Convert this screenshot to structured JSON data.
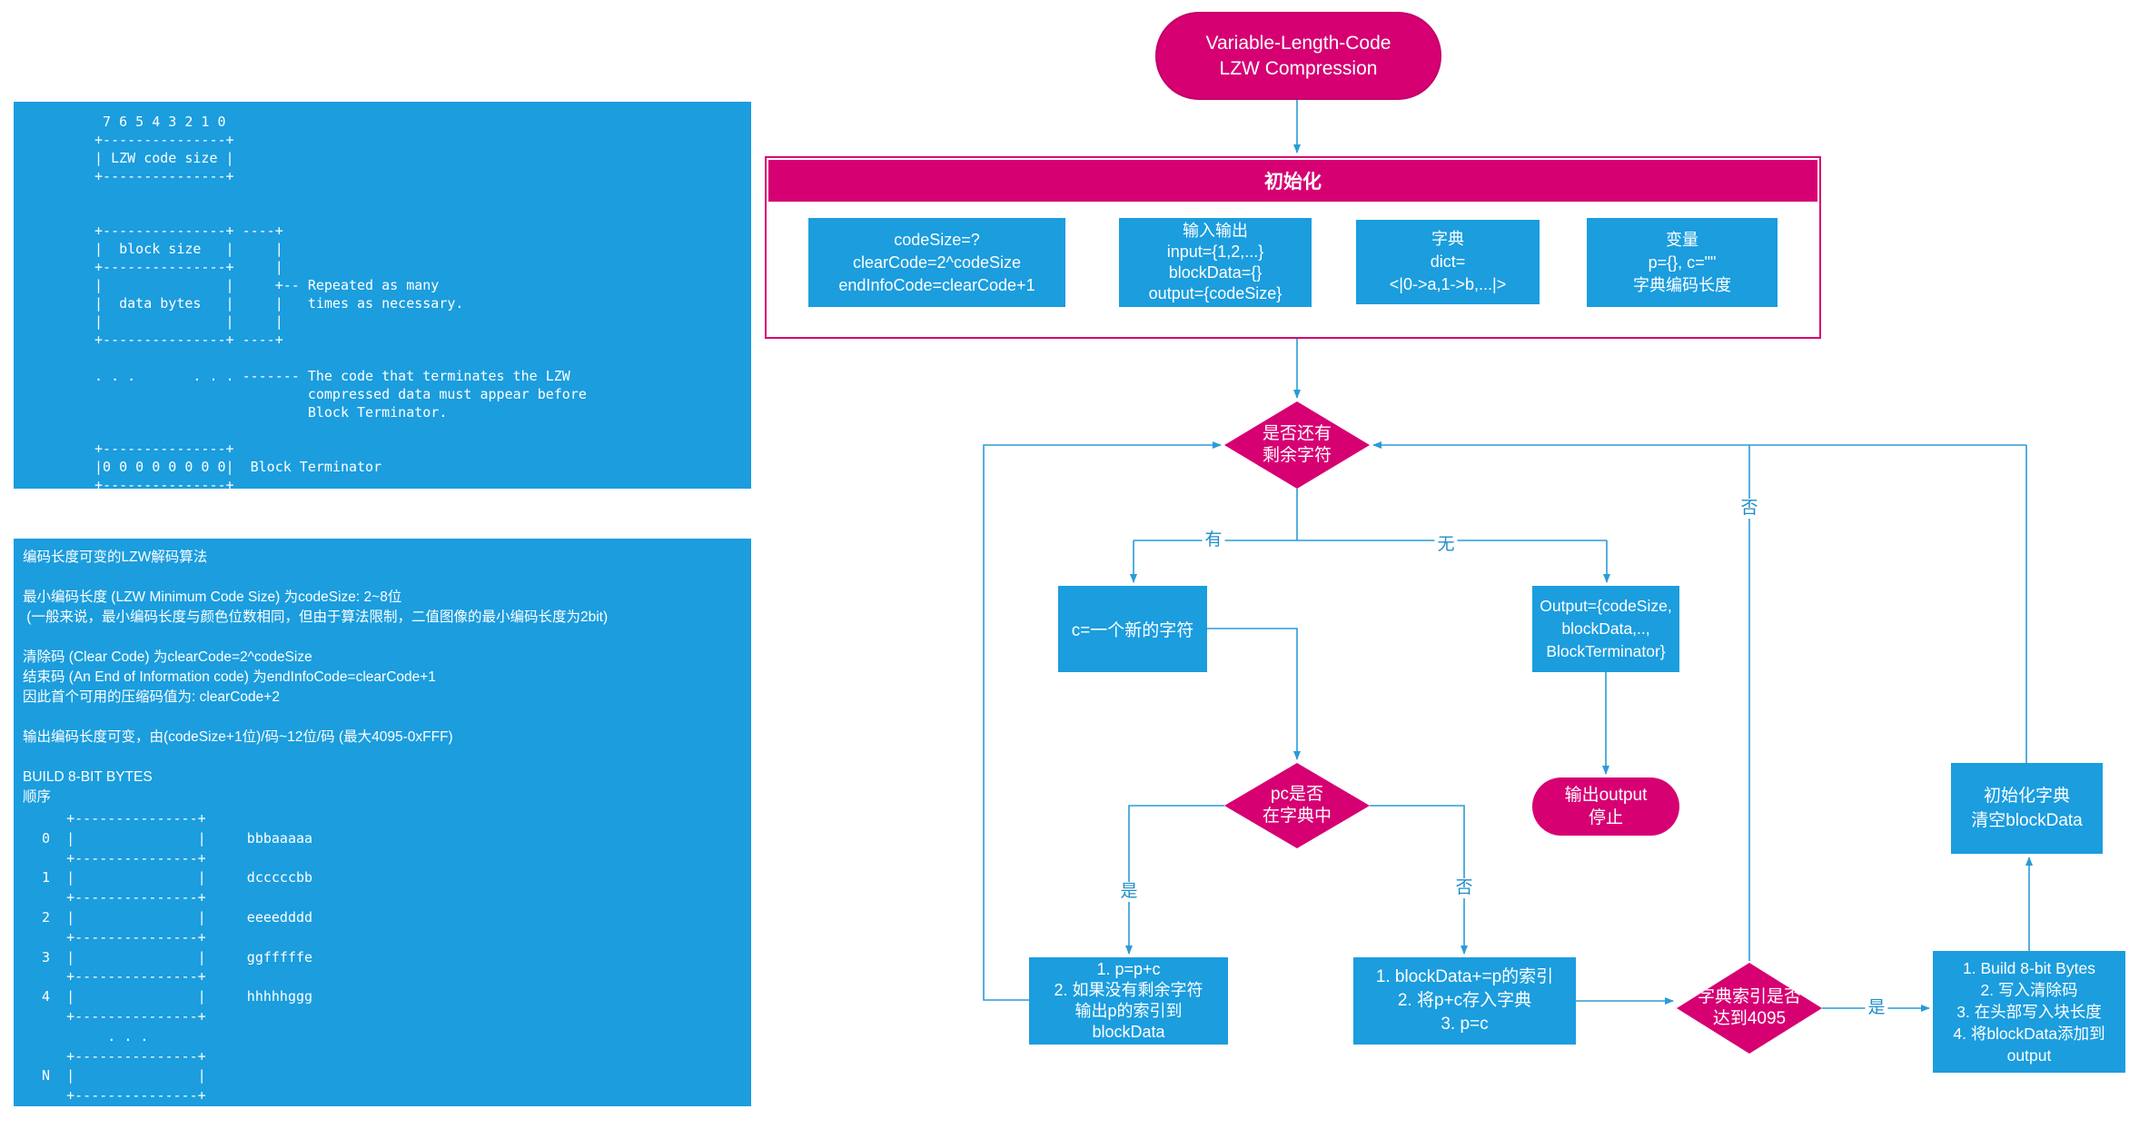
{
  "palette": {
    "node_blue": "#1b9dde",
    "node_pink": "#d60073",
    "line_blue": "#2b9bd7",
    "label_blue": "#1f8ec9",
    "text_white": "#ffffff"
  },
  "left_panels": {
    "byte_structure_art": "  7 6 5 4 3 2 1 0\n +---------------+\n | LZW code size |\n +---------------+\n\n\n +---------------+ ----+\n |  block size   |     |\n +---------------+     |\n |               |     +-- Repeated as many\n |  data bytes   |     |   times as necessary.\n |               |     |\n +---------------+ ----+\n\n . . .       . . . ------- The code that terminates the LZW\n                           compressed data must appear before\n                           Block Terminator.\n\n +---------------+\n |0 0 0 0 0 0 0 0|  Block Terminator\n +---------------+",
    "notes": {
      "lines": [
        "编码长度可变的LZW解码算法",
        "",
        "最小编码长度 (LZW Minimum Code Size) 为codeSize: 2~8位",
        " (一般来说，最小编码长度与颜色位数相同，但由于算法限制，二值图像的最小编码长度为2bit)",
        "",
        "清除码 (Clear Code) 为clearCode=2^codeSize",
        "结束码 (An End of Information code) 为endInfoCode=clearCode+1",
        "因此首个可用的压缩码值为: clearCode+2",
        "",
        "输出编码长度可变，由(codeSize+1位)/码~12位/码 (最大4095-0xFFF)",
        "",
        "BUILD 8-BIT BYTES",
        "顺序"
      ],
      "order_table_art": "    +---------------+\n 0  |               |     bbbaaaaa\n    +---------------+\n 1  |               |     dcccccbb\n    +---------------+\n 2  |               |     eeeedddd\n    +---------------+\n 3  |               |     ggfffffe\n    +---------------+\n 4  |               |     hhhhhggg\n    +---------------+\n         . . .\n    +---------------+\n N  |               |\n    +---------------+"
    }
  },
  "flowchart": {
    "start": {
      "line1": "Variable-Length-Code",
      "line2": "LZW Compression"
    },
    "init": {
      "header": "初始化",
      "boxes": [
        {
          "lines": [
            "codeSize=?",
            "clearCode=2^codeSize",
            "endInfoCode=clearCode+1"
          ]
        },
        {
          "lines": [
            "输入输出",
            "input={1,2,...}",
            "blockData={}",
            "output={codeSize}"
          ]
        },
        {
          "lines": [
            "字典",
            "dict=",
            "<|0->a,1->b,...|>"
          ]
        },
        {
          "lines": [
            "变量",
            "p={}, c=\"\"",
            "字典编码长度"
          ]
        }
      ]
    },
    "nodes": {
      "has_chars": {
        "lines": [
          "是否还有",
          "剩余字符"
        ]
      },
      "new_char": {
        "lines": [
          "c=一个新的字符"
        ]
      },
      "output_done": {
        "lines": [
          "Output={codeSize,",
          "blockData,..,",
          "BlockTerminator}"
        ]
      },
      "stop": {
        "lines": [
          "输出output",
          "停止"
        ]
      },
      "pc_in_dict": {
        "lines": [
          "pc是否",
          "在字典中"
        ]
      },
      "p_append": {
        "lines": [
          "1. p=p+c",
          "2. 如果没有剩余字符",
          "输出p的索引到",
          "blockData"
        ]
      },
      "block_append": {
        "lines": [
          "1. blockData+=p的索引",
          "2. 将p+c存入字典",
          "3. p=c"
        ]
      },
      "dict_full": {
        "lines": [
          "字典索引是否",
          "达到4095"
        ]
      },
      "build_bytes": {
        "lines": [
          "1. Build 8-bit Bytes",
          "2. 写入清除码",
          "3. 在头部写入块长度",
          "4. 将blockData添加到",
          "output"
        ]
      },
      "reinit_dict": {
        "lines": [
          "初始化字典",
          "清空blockData"
        ]
      }
    },
    "edge_labels": {
      "have": "有",
      "none": "无",
      "in_dict_yes": "是",
      "in_dict_no": "否",
      "dict_full_no": "否",
      "dict_full_yes": "是"
    }
  }
}
